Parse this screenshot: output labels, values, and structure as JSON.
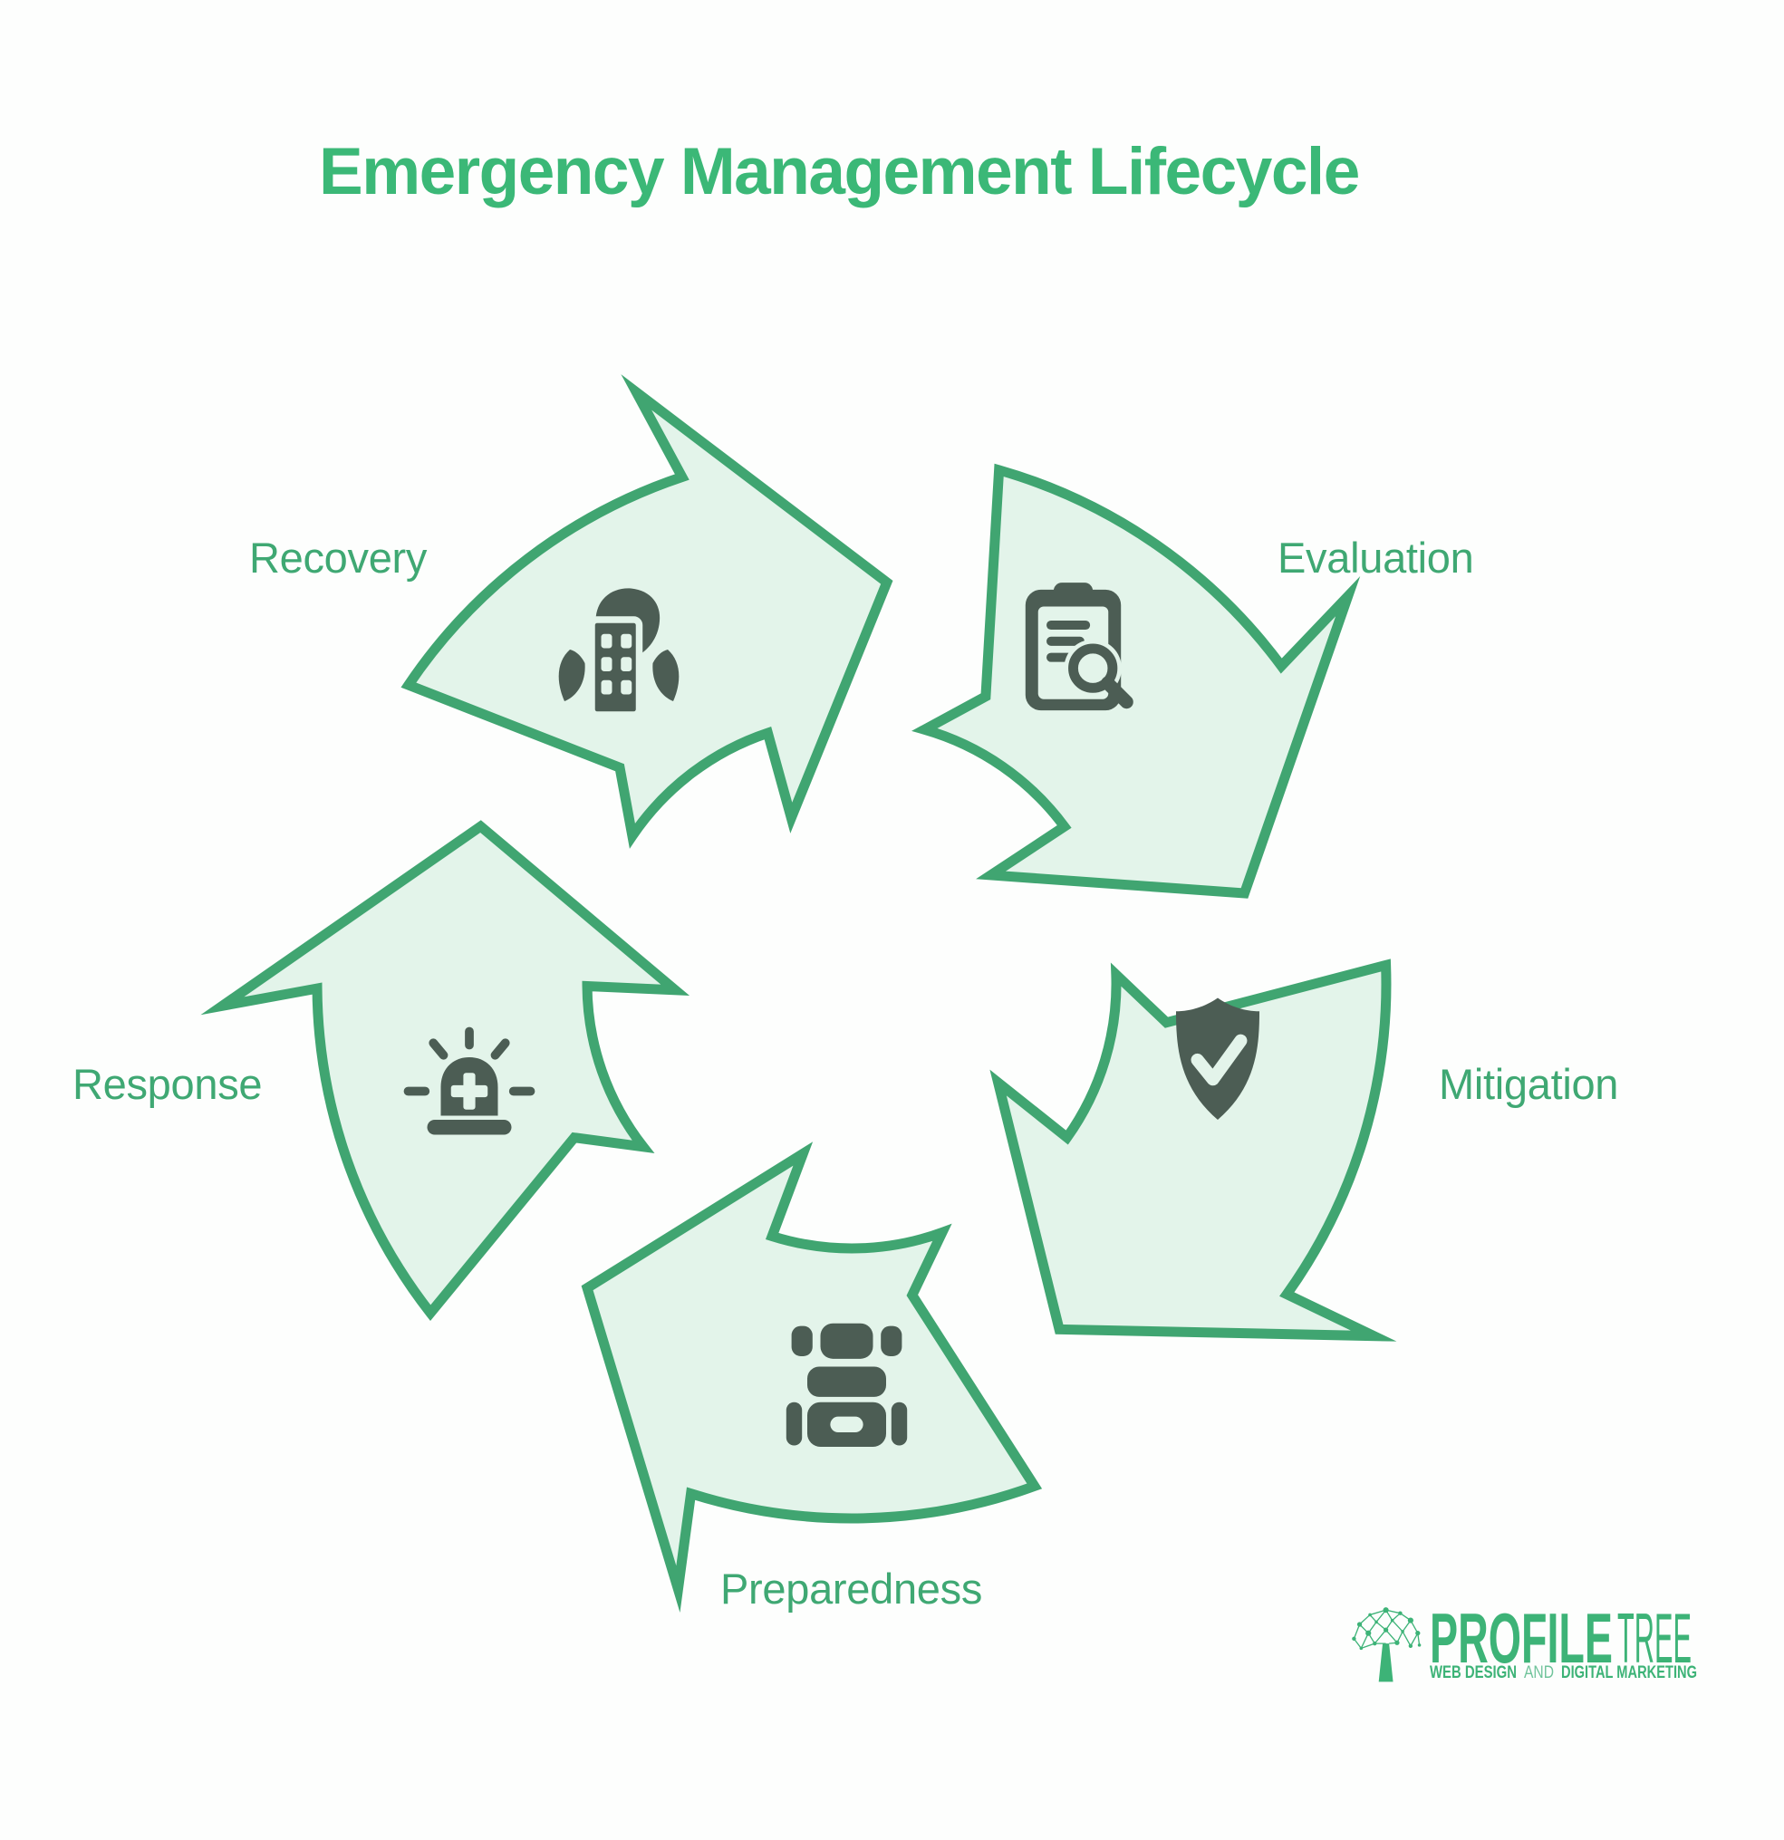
{
  "title": {
    "text": "Emergency Management Lifecycle",
    "color": "#3bb877"
  },
  "diagram": {
    "type": "cycle",
    "direction": "clockwise",
    "stages": [
      {
        "label": "Recovery",
        "icon": "recovering-building-icon",
        "position": "top-left"
      },
      {
        "label": "Evaluation",
        "icon": "clipboard-search-icon",
        "position": "top-right"
      },
      {
        "label": "Mitigation",
        "icon": "shield-check-icon",
        "position": "right"
      },
      {
        "label": "Preparedness",
        "icon": "backpack-icon",
        "position": "bottom"
      },
      {
        "label": "Response",
        "icon": "emergency-siren-icon",
        "position": "left"
      }
    ],
    "colors": {
      "arrow_fill": "#e3f4ea",
      "arrow_stroke": "#40a571",
      "icon": "#4c5d54",
      "label": "#3fa873"
    }
  },
  "logo": {
    "brand_bold": "PROFILE",
    "brand_light": "TREE",
    "tagline_part1": "WEB DESIGN",
    "tagline_part2": "AND",
    "tagline_part3": "DIGITAL MARKETING",
    "color": "#3db377"
  }
}
